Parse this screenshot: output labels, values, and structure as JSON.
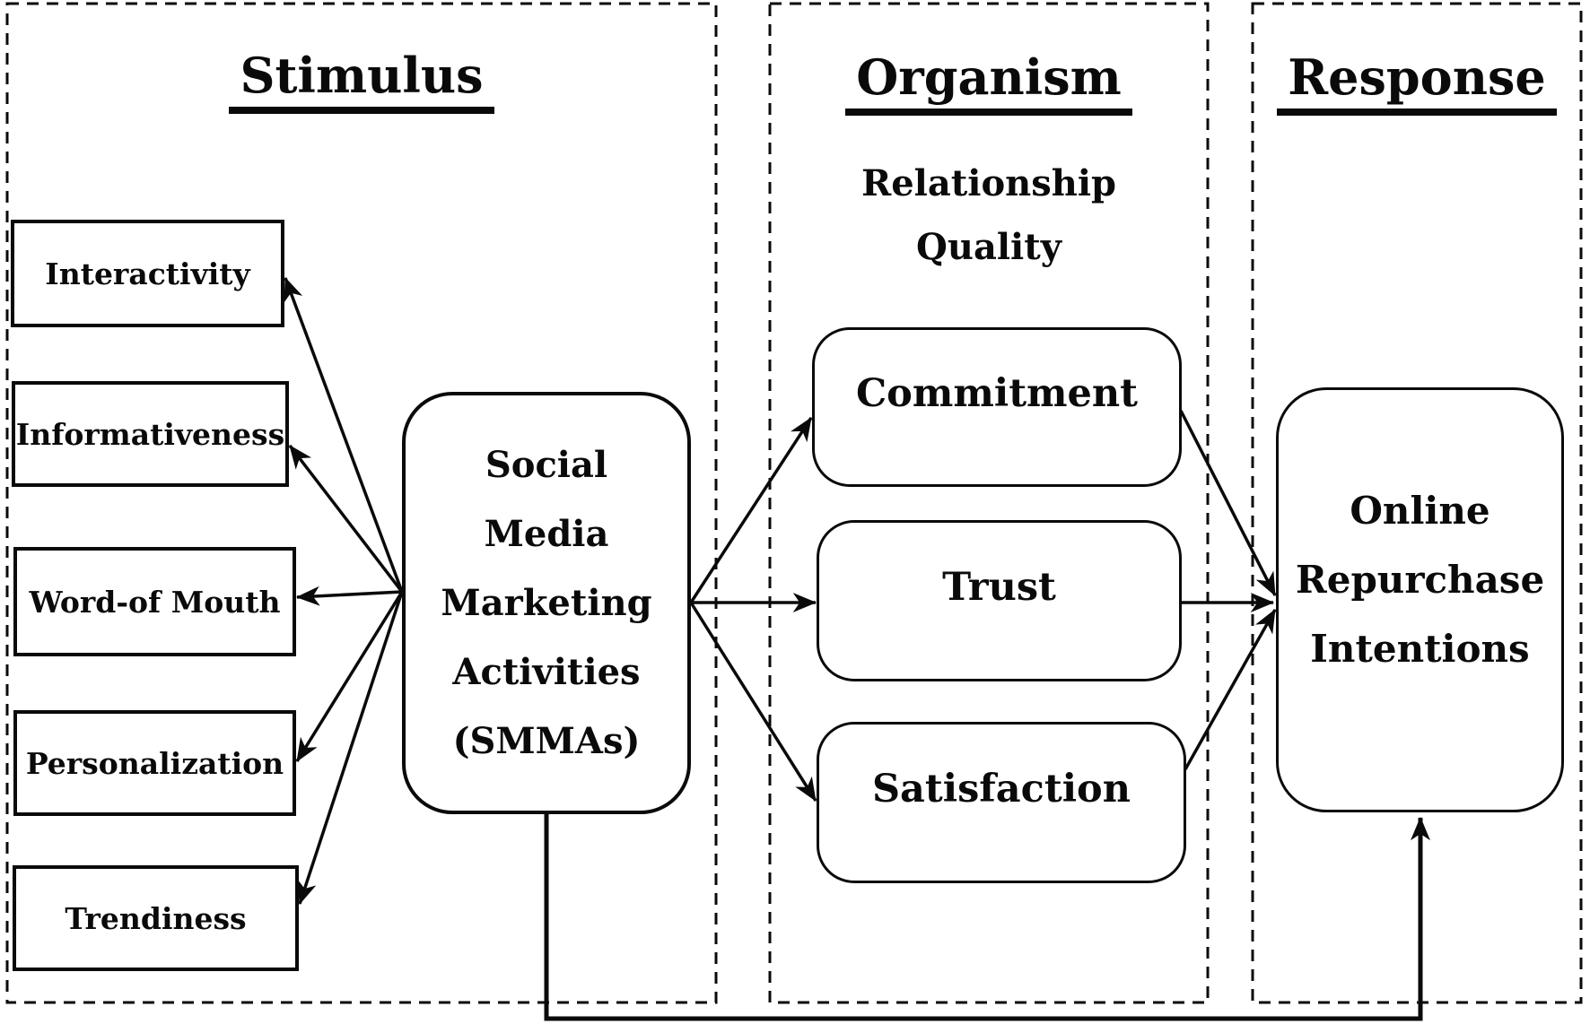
{
  "panels": {
    "stimulus": {
      "title": "Stimulus"
    },
    "organism": {
      "title": "Organism",
      "subtitle": [
        "Relationship",
        "Quality"
      ]
    },
    "response": {
      "title": "Response"
    }
  },
  "stimulus_factors": [
    "Interactivity",
    "Informativeness",
    "Word-of Mouth",
    "Personalization",
    "Trendiness"
  ],
  "smma_box": {
    "lines": [
      "Social",
      "Media",
      "Marketing",
      "Activities",
      "(SMMAs)"
    ]
  },
  "organism_boxes": [
    "Commitment",
    "Trust",
    "Satisfaction"
  ],
  "response_box": {
    "lines": [
      "Online",
      "Repurchase",
      "Intentions"
    ]
  },
  "colors": {
    "ink": "#0a0a0a",
    "background": "#ffffff"
  }
}
